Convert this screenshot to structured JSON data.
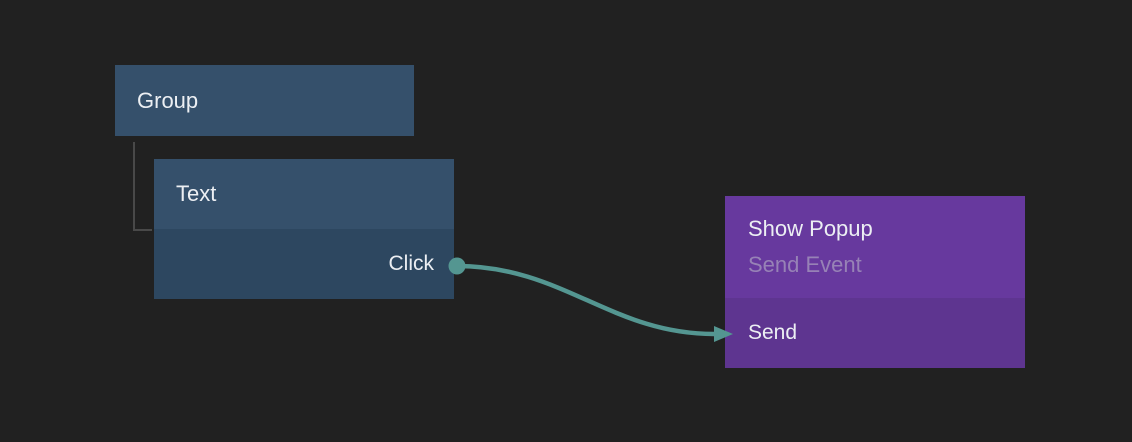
{
  "colors": {
    "background": "#212121",
    "node_header": "#35506B",
    "node_body": "#2D4760",
    "popup_header": "#67399E",
    "popup_body": "#5E3590",
    "connection": "#549691",
    "tree_line": "#494949",
    "text_primary": "#ECEFF3",
    "text_subtitle": "#9782B6"
  },
  "nodes": {
    "group": {
      "title": "Group"
    },
    "text": {
      "title": "Text",
      "output_port_label": "Click"
    },
    "show_popup": {
      "title": "Show Popup",
      "subtitle": "Send Event",
      "input_port_label": "Send"
    }
  }
}
